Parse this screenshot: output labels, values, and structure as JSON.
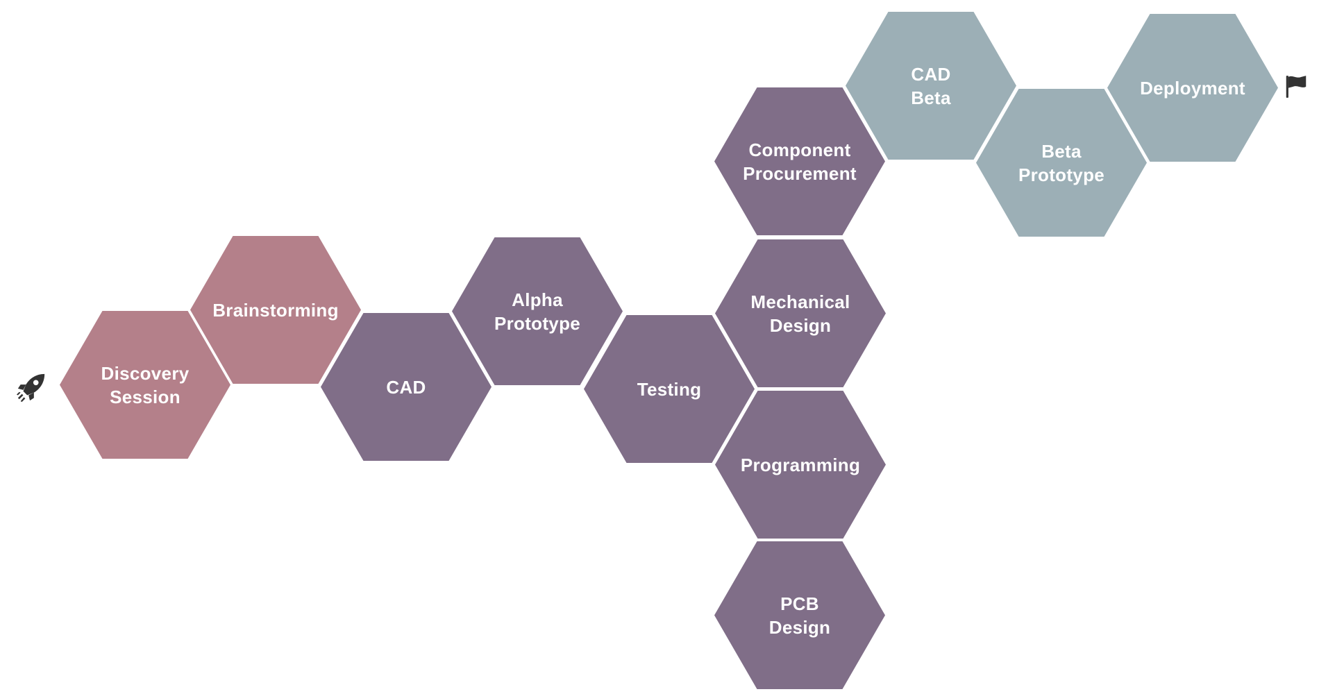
{
  "diagram": {
    "start_icon": "rocket-icon",
    "end_icon": "flag-icon",
    "colors": {
      "discovery": "#b4808a",
      "build": "#806e88",
      "launch": "#9cafb6",
      "text": "#ffffff",
      "icon": "#333333"
    },
    "steps": [
      {
        "id": "discovery-session",
        "label": "Discovery\nSession",
        "phase": "discovery"
      },
      {
        "id": "brainstorming",
        "label": "Brainstorming",
        "phase": "discovery"
      },
      {
        "id": "cad",
        "label": "CAD",
        "phase": "build"
      },
      {
        "id": "alpha-prototype",
        "label": "Alpha\nPrototype",
        "phase": "build"
      },
      {
        "id": "testing",
        "label": "Testing",
        "phase": "build"
      },
      {
        "id": "component-procurement",
        "label": "Component\nProcurement",
        "phase": "build"
      },
      {
        "id": "mechanical-design",
        "label": "Mechanical\nDesign",
        "phase": "build"
      },
      {
        "id": "programming",
        "label": "Programming",
        "phase": "build"
      },
      {
        "id": "pcb-design",
        "label": "PCB\nDesign",
        "phase": "build"
      },
      {
        "id": "cad-beta",
        "label": "CAD\nBeta",
        "phase": "launch"
      },
      {
        "id": "beta-prototype",
        "label": "Beta\nPrototype",
        "phase": "launch"
      },
      {
        "id": "deployment",
        "label": "Deployment",
        "phase": "launch"
      }
    ]
  }
}
